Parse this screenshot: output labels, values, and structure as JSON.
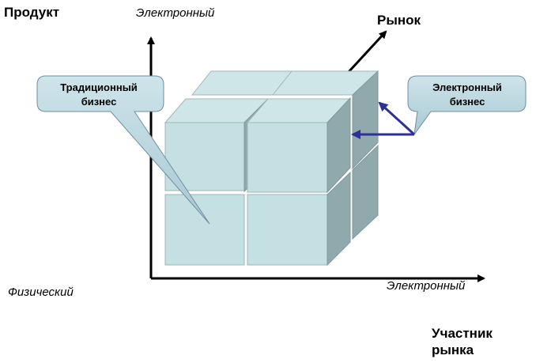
{
  "labels": {
    "product": "Продукт",
    "product_top": "Электронный",
    "market": "Рынок",
    "product_bottom": "Физический",
    "participant_right": "Электронный",
    "participant_line1": "Участник",
    "participant_line2": "рынка"
  },
  "callouts": {
    "traditional": {
      "line1": "Традиционный",
      "line2": "бизнес"
    },
    "electronic": {
      "line1": "Электронный",
      "line2": "бизнес"
    }
  },
  "colors": {
    "cube_front": "#c4e0e3",
    "cube_top": "#cfe6e9",
    "cube_side": "#8fa9ad",
    "cube_stroke": "#9fb6b9",
    "callout_fill": "#bcd8e0",
    "callout_stroke": "#6f8fa0",
    "pointer_arrow": "#2f2f9a",
    "axis": "#000000"
  }
}
